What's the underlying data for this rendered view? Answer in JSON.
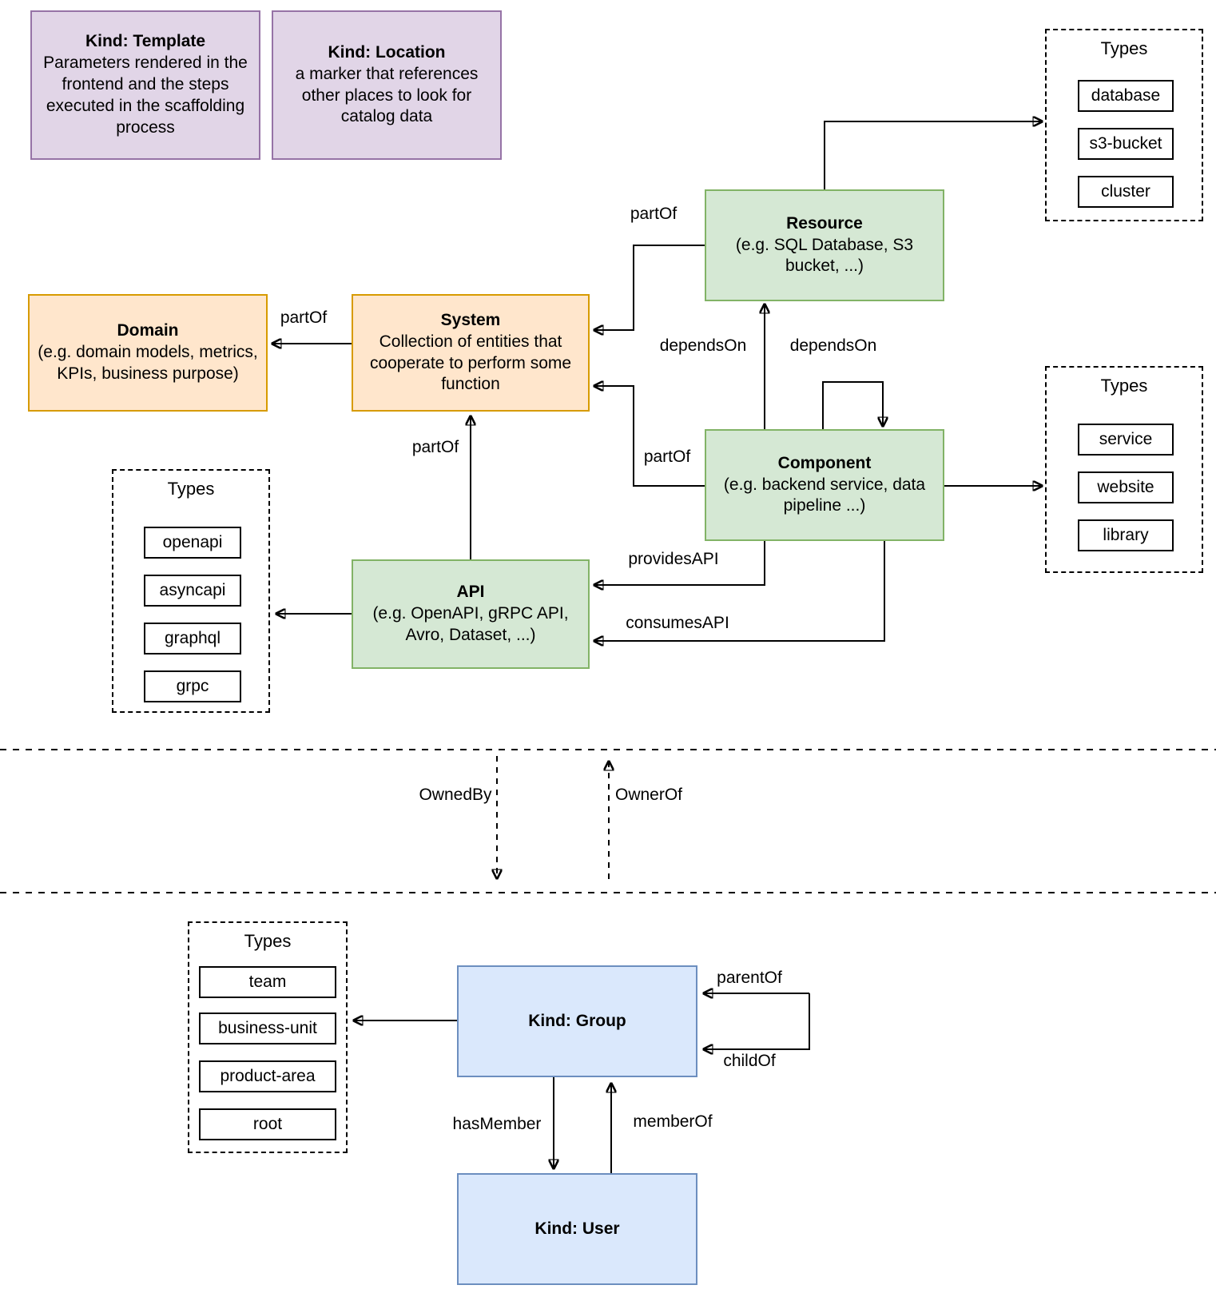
{
  "diagram": {
    "entities": {
      "template": {
        "title": "Kind: Template",
        "description": "Parameters rendered in the frontend and the steps executed in  the scaffolding process"
      },
      "location": {
        "title": "Kind: Location",
        "description": "a marker that references other places to look for catalog data"
      },
      "resource": {
        "title": "Resource",
        "description": "(e.g. SQL Database, S3 bucket, ...)"
      },
      "domain": {
        "title": "Domain",
        "description": "(e.g.  domain models, metrics, KPIs, business purpose)"
      },
      "system": {
        "title": "System",
        "description": "Collection of entities that cooperate to perform some function"
      },
      "component": {
        "title": "Component",
        "description": "(e.g. backend service, data pipeline ...)"
      },
      "api": {
        "title": "API",
        "description": "(e.g. OpenAPI, gRPC API, Avro, Dataset, ...)"
      },
      "group": {
        "title": "Kind: Group"
      },
      "user": {
        "title": "Kind: User"
      }
    },
    "type_panels": {
      "resource_types": {
        "title": "Types",
        "items": [
          "database",
          "s3-bucket",
          "cluster"
        ]
      },
      "component_types": {
        "title": "Types",
        "items": [
          "service",
          "website",
          "library"
        ]
      },
      "api_types": {
        "title": "Types",
        "items": [
          "openapi",
          "asyncapi",
          "graphql",
          "grpc"
        ]
      },
      "group_types": {
        "title": "Types",
        "items": [
          "team",
          "business-unit",
          "product-area",
          "root"
        ]
      }
    },
    "edge_labels": {
      "partof_resource_system": "partOf",
      "partof_system_domain": "partOf",
      "partof_component_system": "partOf",
      "partof_api_system": "partOf",
      "dependson_resource": "dependsOn",
      "dependson_component": "dependsOn",
      "providesapi": "providesAPI",
      "consumesapi": "consumesAPI",
      "ownedby": "OwnedBy",
      "ownerof": "OwnerOf",
      "parentof": "parentOf",
      "childof": "childOf",
      "hasmember": "hasMember",
      "memberof": "memberOf"
    },
    "colors": {
      "green_fill": "#d5e8d4",
      "green_border": "#82b366",
      "orange_fill": "#ffe6cc",
      "orange_border": "#d79b00",
      "purple_fill": "#e1d5e7",
      "purple_border": "#9673a6",
      "blue_fill": "#dae8fc",
      "blue_border": "#6c8ebf",
      "line": "#000000"
    }
  }
}
